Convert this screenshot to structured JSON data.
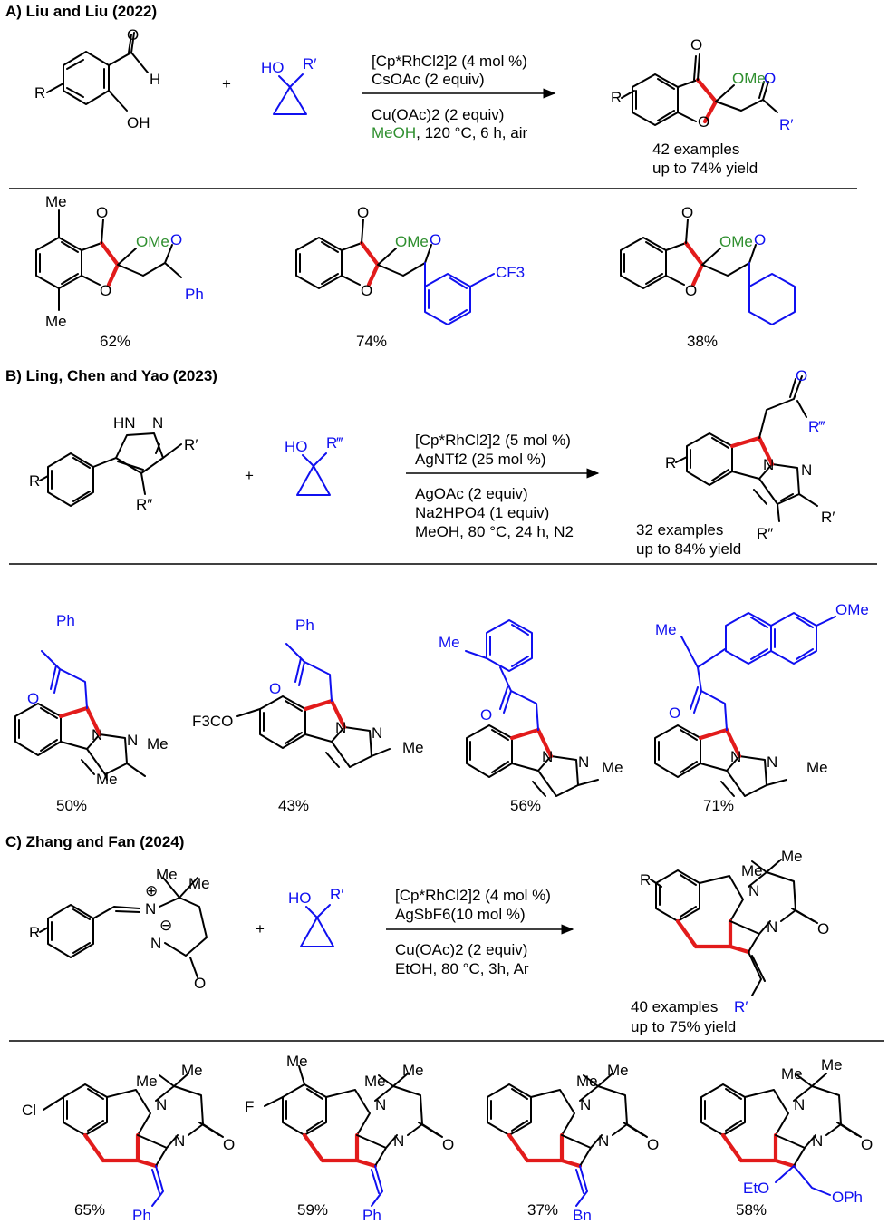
{
  "colors": {
    "black": "#000000",
    "blue": "#1010f0",
    "red": "#e21b1b",
    "green": "#2f8f2f"
  },
  "sectionA": {
    "heading": "A) Liu and Liu (2022)",
    "conditions": [
      "[Cp*RhCl2]2 (4 mol %)",
      "CsOAc (2 equiv)",
      "Cu(OAc)2 (2 equiv)",
      ", 120 °C, 6 h, air"
    ],
    "solvent": "MeOH",
    "summary": [
      "42 examples",
      "up to 74% yield"
    ],
    "yields": [
      "62%",
      "74%",
      "38%"
    ],
    "labels": {
      "R": "R",
      "H": "H",
      "OH": "OH",
      "O": "O",
      "HO": "HO",
      "Rp": "R′",
      "OMe": "OMe",
      "Me": "Me",
      "Ph": "Ph",
      "CF3": "CF3",
      "plus": "+"
    }
  },
  "sectionB": {
    "heading": "B) Ling, Chen and Yao (2023)",
    "conditions": [
      "[Cp*RhCl2]2 (5 mol %)",
      "AgNTf2 (25 mol %)",
      "AgOAc (2 equiv)",
      "Na2HPO4 (1 equiv)",
      "MeOH, 80 °C, 24 h, N2"
    ],
    "summary": [
      "32 examples",
      "up to 84% yield"
    ],
    "yields": [
      "50%",
      "43%",
      "56%",
      "71%"
    ],
    "labels": {
      "R": "R",
      "HN": "HN",
      "N": "N",
      "Rp": "R′",
      "Rpp": "R″",
      "Rppp": "R‴",
      "HO": "HO",
      "O": "O",
      "Ph": "Ph",
      "Me": "Me",
      "F3CO": "F3CO",
      "OMe": "OMe",
      "plus": "+"
    }
  },
  "sectionC": {
    "heading": "C) Zhang and Fan (2024)",
    "conditions": [
      "[Cp*RhCl2]2 (4 mol %)",
      "AgSbF6(10 mol %)",
      "Cu(OAc)2 (2 equiv)",
      "EtOH, 80 °C, 3h, Ar"
    ],
    "summary": [
      "40 examples",
      "up to 75% yield"
    ],
    "yields": [
      "65%",
      "59%",
      "37%",
      "58%"
    ],
    "labels": {
      "R": "R",
      "N": "N",
      "O": "O",
      "Me": "Me",
      "HO": "HO",
      "Rp": "R′",
      "plusCharge": "⊕",
      "minusCharge": "⊖",
      "Cl": "Cl",
      "F": "F",
      "Ph": "Ph",
      "Bn": "Bn",
      "EtO": "EtO",
      "OPh": "OPh",
      "plus": "+"
    }
  }
}
